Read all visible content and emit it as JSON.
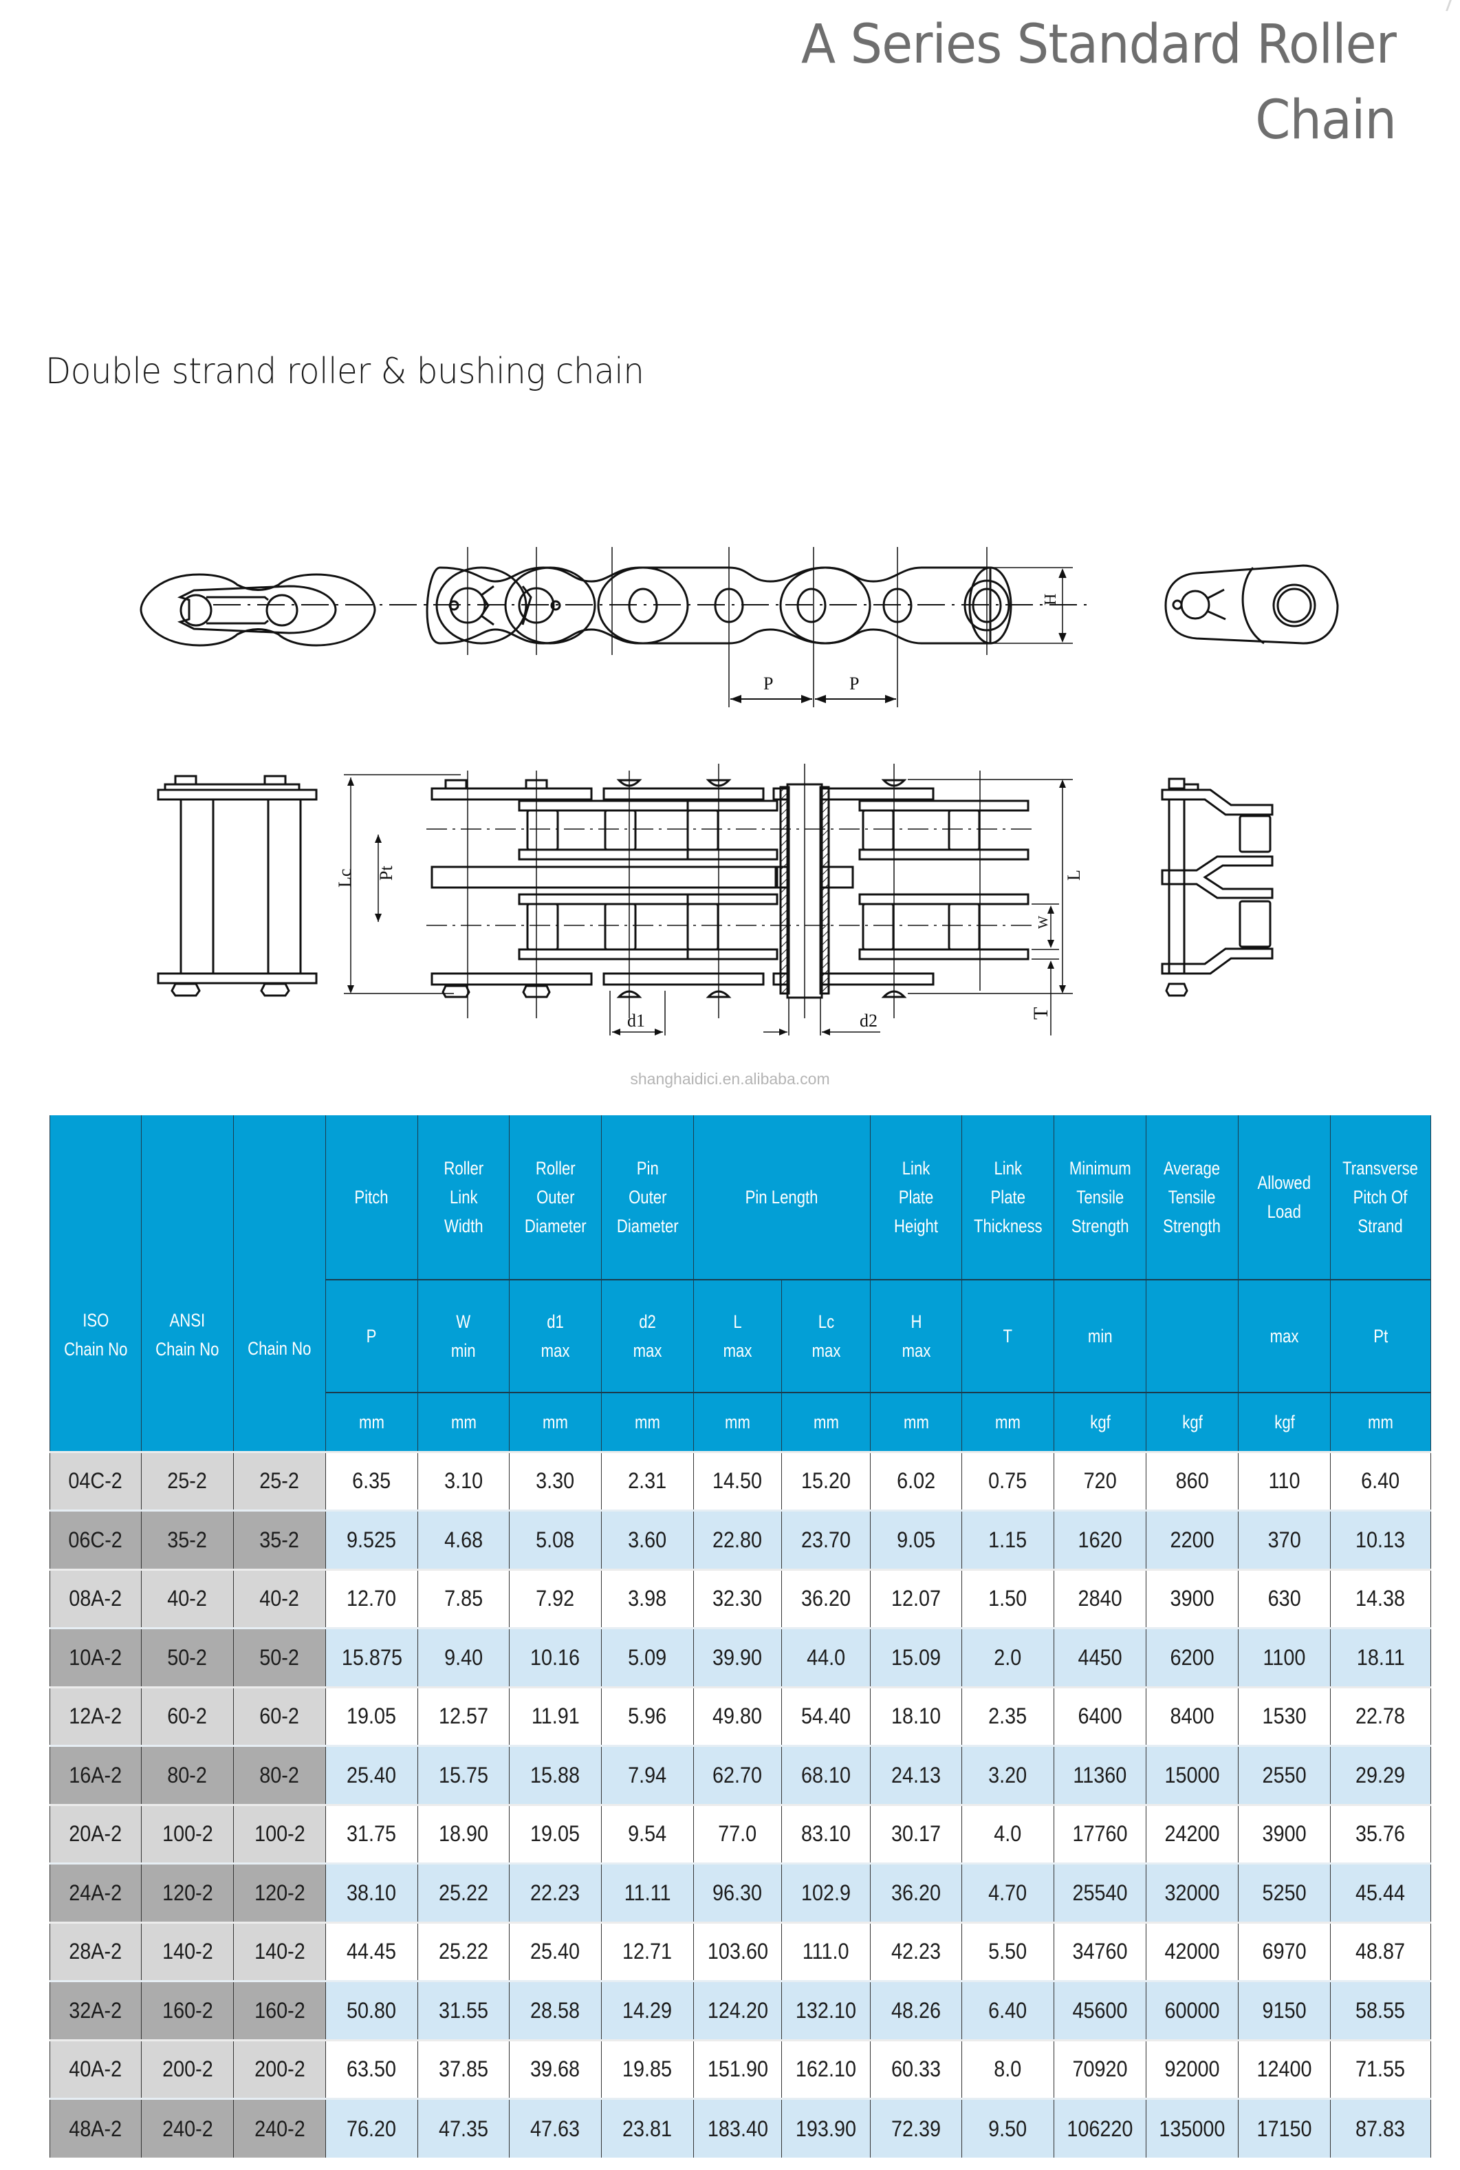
{
  "page": {
    "title": "A Series Standard Roller Chain",
    "subtitle": "Double strand roller & bushing chain",
    "watermark": "shanghaidici.en.alibaba.com"
  },
  "diagram": {
    "labels": {
      "pitch_left": "P",
      "pitch_right": "P",
      "height": "H",
      "lc": "Lc",
      "pt": "Pt",
      "l": "L",
      "w": "W",
      "d1": "d1",
      "d2": "d2",
      "t": "T"
    }
  },
  "colors": {
    "header_bg": "#039fd6",
    "header_text": "#ffffff",
    "row_alt_bg": "#d2e7f5",
    "id_col_light": "#d6d6d6",
    "id_col_dark": "#acacac",
    "title_text": "#6e6e6e"
  },
  "table": {
    "headers": {
      "iso": "ISO Chain No",
      "ansi": "ANSI Chain No",
      "chain": "Chain No",
      "pitch": "Pitch",
      "roller_link_width": "Roller Link Width",
      "roller_outer_diameter": "Roller Outer Diameter",
      "pin_outer_diameter": "Pin Outer Diameter",
      "pin_length": "Pin Length",
      "link_plate_height": "Link Plate Height",
      "link_plate_thickness": "Link Plate Thickness",
      "min_tensile": "Minimum Tensile Strength",
      "avg_tensile": "Average Tensile Strength",
      "allowed_load": "Allowed Load",
      "transverse_pitch": "Transverse Pitch Of Strand"
    },
    "iso_lines": [
      "ISO",
      "Chain No"
    ],
    "ansi_lines": [
      "ANSI",
      "Chain No"
    ],
    "chain_lines": [
      "Chain No"
    ],
    "group_lines": [
      [
        "Pitch"
      ],
      [
        "Roller",
        "Link",
        "Width"
      ],
      [
        "Roller",
        "Outer",
        "Diameter"
      ],
      [
        "Pin",
        "Outer",
        "Diameter"
      ],
      [
        "Pin Length"
      ],
      [
        "Link",
        "Plate",
        "Height"
      ],
      [
        "Link",
        "Plate",
        "Thickness"
      ],
      [
        "Minimum",
        "Tensile",
        "Strength"
      ],
      [
        "Average",
        "Tensile",
        "Strength"
      ],
      [
        "Allowed",
        "Load"
      ],
      [
        "Transverse",
        "Pitch Of",
        "Strand"
      ]
    ],
    "symbols": [
      [
        "P"
      ],
      [
        "W",
        "min"
      ],
      [
        "d1",
        "max"
      ],
      [
        "d2",
        "max"
      ],
      [
        "L",
        "max"
      ],
      [
        "Lc",
        "max"
      ],
      [
        "H",
        "max"
      ],
      [
        "T"
      ],
      [
        "min"
      ],
      [
        ""
      ],
      [
        "max"
      ],
      [
        "Pt"
      ]
    ],
    "units": [
      "mm",
      "mm",
      "mm",
      "mm",
      "mm",
      "mm",
      "mm",
      "mm",
      "kgf",
      "kgf",
      "kgf",
      "mm"
    ],
    "rows": [
      [
        "04C-2",
        "25-2",
        "25-2",
        "6.35",
        "3.10",
        "3.30",
        "2.31",
        "14.50",
        "15.20",
        "6.02",
        "0.75",
        "720",
        "860",
        "110",
        "6.40"
      ],
      [
        "06C-2",
        "35-2",
        "35-2",
        "9.525",
        "4.68",
        "5.08",
        "3.60",
        "22.80",
        "23.70",
        "9.05",
        "1.15",
        "1620",
        "2200",
        "370",
        "10.13"
      ],
      [
        "08A-2",
        "40-2",
        "40-2",
        "12.70",
        "7.85",
        "7.92",
        "3.98",
        "32.30",
        "36.20",
        "12.07",
        "1.50",
        "2840",
        "3900",
        "630",
        "14.38"
      ],
      [
        "10A-2",
        "50-2",
        "50-2",
        "15.875",
        "9.40",
        "10.16",
        "5.09",
        "39.90",
        "44.0",
        "15.09",
        "2.0",
        "4450",
        "6200",
        "1100",
        "18.11"
      ],
      [
        "12A-2",
        "60-2",
        "60-2",
        "19.05",
        "12.57",
        "11.91",
        "5.96",
        "49.80",
        "54.40",
        "18.10",
        "2.35",
        "6400",
        "8400",
        "1530",
        "22.78"
      ],
      [
        "16A-2",
        "80-2",
        "80-2",
        "25.40",
        "15.75",
        "15.88",
        "7.94",
        "62.70",
        "68.10",
        "24.13",
        "3.20",
        "11360",
        "15000",
        "2550",
        "29.29"
      ],
      [
        "20A-2",
        "100-2",
        "100-2",
        "31.75",
        "18.90",
        "19.05",
        "9.54",
        "77.0",
        "83.10",
        "30.17",
        "4.0",
        "17760",
        "24200",
        "3900",
        "35.76"
      ],
      [
        "24A-2",
        "120-2",
        "120-2",
        "38.10",
        "25.22",
        "22.23",
        "11.11",
        "96.30",
        "102.9",
        "36.20",
        "4.70",
        "25540",
        "32000",
        "5250",
        "45.44"
      ],
      [
        "28A-2",
        "140-2",
        "140-2",
        "44.45",
        "25.22",
        "25.40",
        "12.71",
        "103.60",
        "111.0",
        "42.23",
        "5.50",
        "34760",
        "42000",
        "6970",
        "48.87"
      ],
      [
        "32A-2",
        "160-2",
        "160-2",
        "50.80",
        "31.55",
        "28.58",
        "14.29",
        "124.20",
        "132.10",
        "48.26",
        "6.40",
        "45600",
        "60000",
        "9150",
        "58.55"
      ],
      [
        "40A-2",
        "200-2",
        "200-2",
        "63.50",
        "37.85",
        "39.68",
        "19.85",
        "151.90",
        "162.10",
        "60.33",
        "8.0",
        "70920",
        "92000",
        "12400",
        "71.55"
      ],
      [
        "48A-2",
        "240-2",
        "240-2",
        "76.20",
        "47.35",
        "47.63",
        "23.81",
        "183.40",
        "193.90",
        "72.39",
        "9.50",
        "106220",
        "135000",
        "17150",
        "87.83"
      ]
    ]
  }
}
